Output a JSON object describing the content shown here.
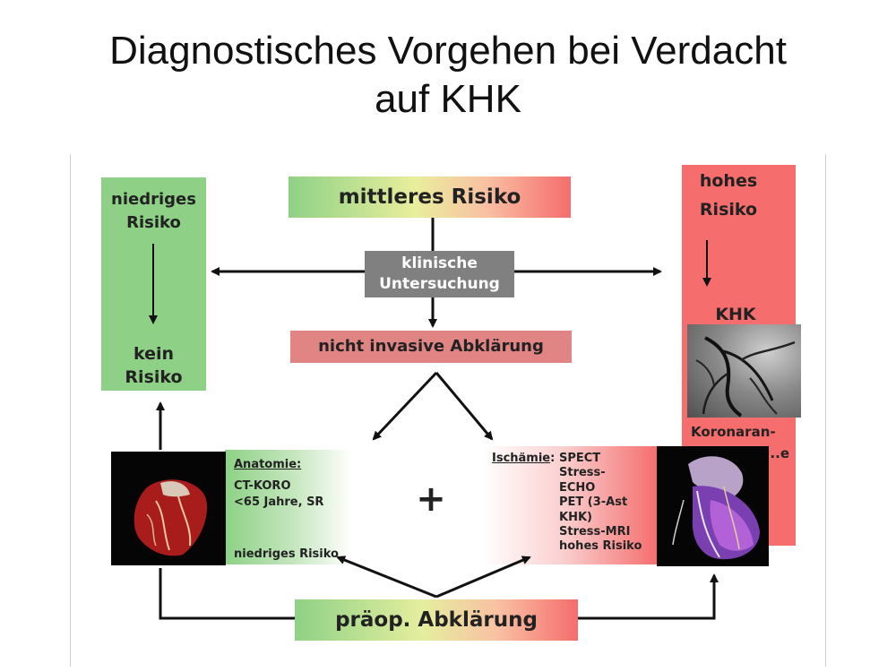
{
  "slide": {
    "title_line1": "Diagnostisches Vorgehen bei Verdacht",
    "title_line2": "auf KHK"
  },
  "diagram": {
    "low_risk": {
      "label_line1": "niedriges",
      "label_line2": "Risiko",
      "result_line1": "kein",
      "result_line2": "Risiko"
    },
    "mid_risk": {
      "label": "mittleres Risiko"
    },
    "high_risk": {
      "label_line1": "hohes",
      "label_line2": "Risiko",
      "result": "KHK",
      "caption_line1": "Koronaran-",
      "caption_line2": "...e"
    },
    "clinical_exam": {
      "line1": "klinische",
      "line2": "Untersuchung"
    },
    "noninvasive": {
      "label": "nicht invasive Abklärung"
    },
    "anatomy": {
      "heading": "Anatomie:",
      "line1": "CT-KORO",
      "line2": "<65 Jahre, SR",
      "risk": "niedriges Risiko"
    },
    "plus": "+",
    "ischemia": {
      "heading": "Ischämie",
      "colon": ":",
      "items": [
        "SPECT",
        "Stress-",
        "ECHO",
        "PET (3-Ast",
        "KHK)",
        "Stress-MRI",
        "hohes Risiko"
      ]
    },
    "preop": {
      "label": "präop. Abklärung"
    }
  },
  "colors": {
    "green": "#8ed186",
    "red": "#f56d6d",
    "grey": "#808080",
    "arrow": "#111111"
  }
}
